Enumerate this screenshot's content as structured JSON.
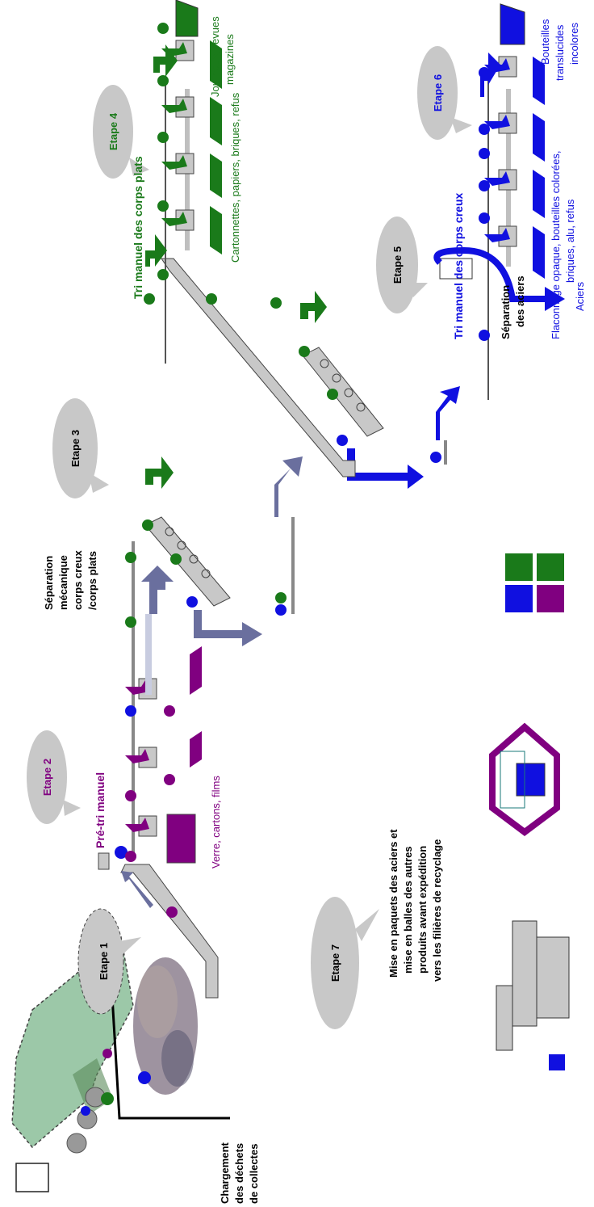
{
  "colors": {
    "green": "#1a7a1a",
    "purple": "#800080",
    "blue": "#1010e0",
    "grey": "#bfbfbf",
    "slate": "#6a6f9e",
    "truck": "#9cc8a8",
    "bubble": "#c8c8c8"
  },
  "steps": {
    "s1": "Etape 1",
    "s2": "Etape 2",
    "s3": "Etape 3",
    "s4": "Etape 4",
    "s5": "Etape 5",
    "s6": "Etape 6",
    "s7": "Etape 7"
  },
  "labels": {
    "loading": [
      "Chargement",
      "des déchets",
      "de collectes"
    ],
    "pretri_title": "Pré-tri manuel",
    "pretri_out": "Verre, cartons, films",
    "mech": [
      "Séparation",
      "mécanique",
      "corps creux",
      "/corps plats"
    ],
    "flat_title": "Tri manuel des corps plats",
    "flat_out": "Cartonnettes, papiers, briques, refus",
    "journaux": [
      "Journaux, revues",
      "magazines"
    ],
    "steel_sep": [
      "Séparation",
      "des aciers"
    ],
    "aciers": "Aciers",
    "hollow_title": "Tri manuel des corps creux",
    "hollow_out": [
      "Flaconnage opaque, bouteilles colorées,",
      "briques, alu, refus"
    ],
    "bottles": [
      "Bouteilles",
      "translucides",
      "incolores"
    ],
    "final": [
      "Mise en paquets des aciers et",
      "mise en balles des autres",
      "produits avant expédition",
      "vers les filières de recyclage"
    ]
  }
}
